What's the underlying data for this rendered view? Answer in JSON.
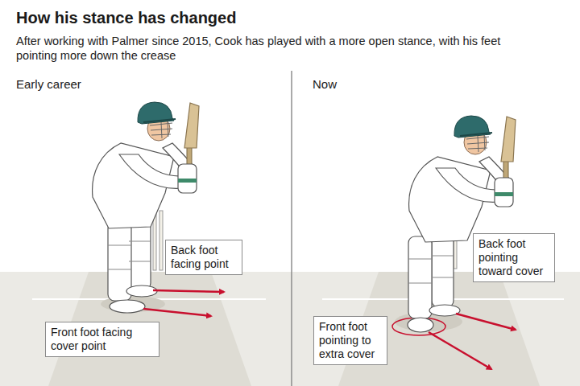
{
  "diagram": {
    "title": "How his stance has changed",
    "caption": "After working with Palmer since 2015, Cook has played with a more open stance, with his feet pointing more down the crease",
    "nodes": [
      {
        "text": [
          "Back foot facing point"
        ]
      },
      {
        "text": [
          "Front foot facing cover point"
        ]
      },
      {
        "text": [
          "Back foot pointing toward cover"
        ]
      },
      {
        "text": [
          "Front foot pointing to extra cover"
        ]
      }
    ],
    "labels": [
      "Early career",
      "Now"
    ]
  }
}
